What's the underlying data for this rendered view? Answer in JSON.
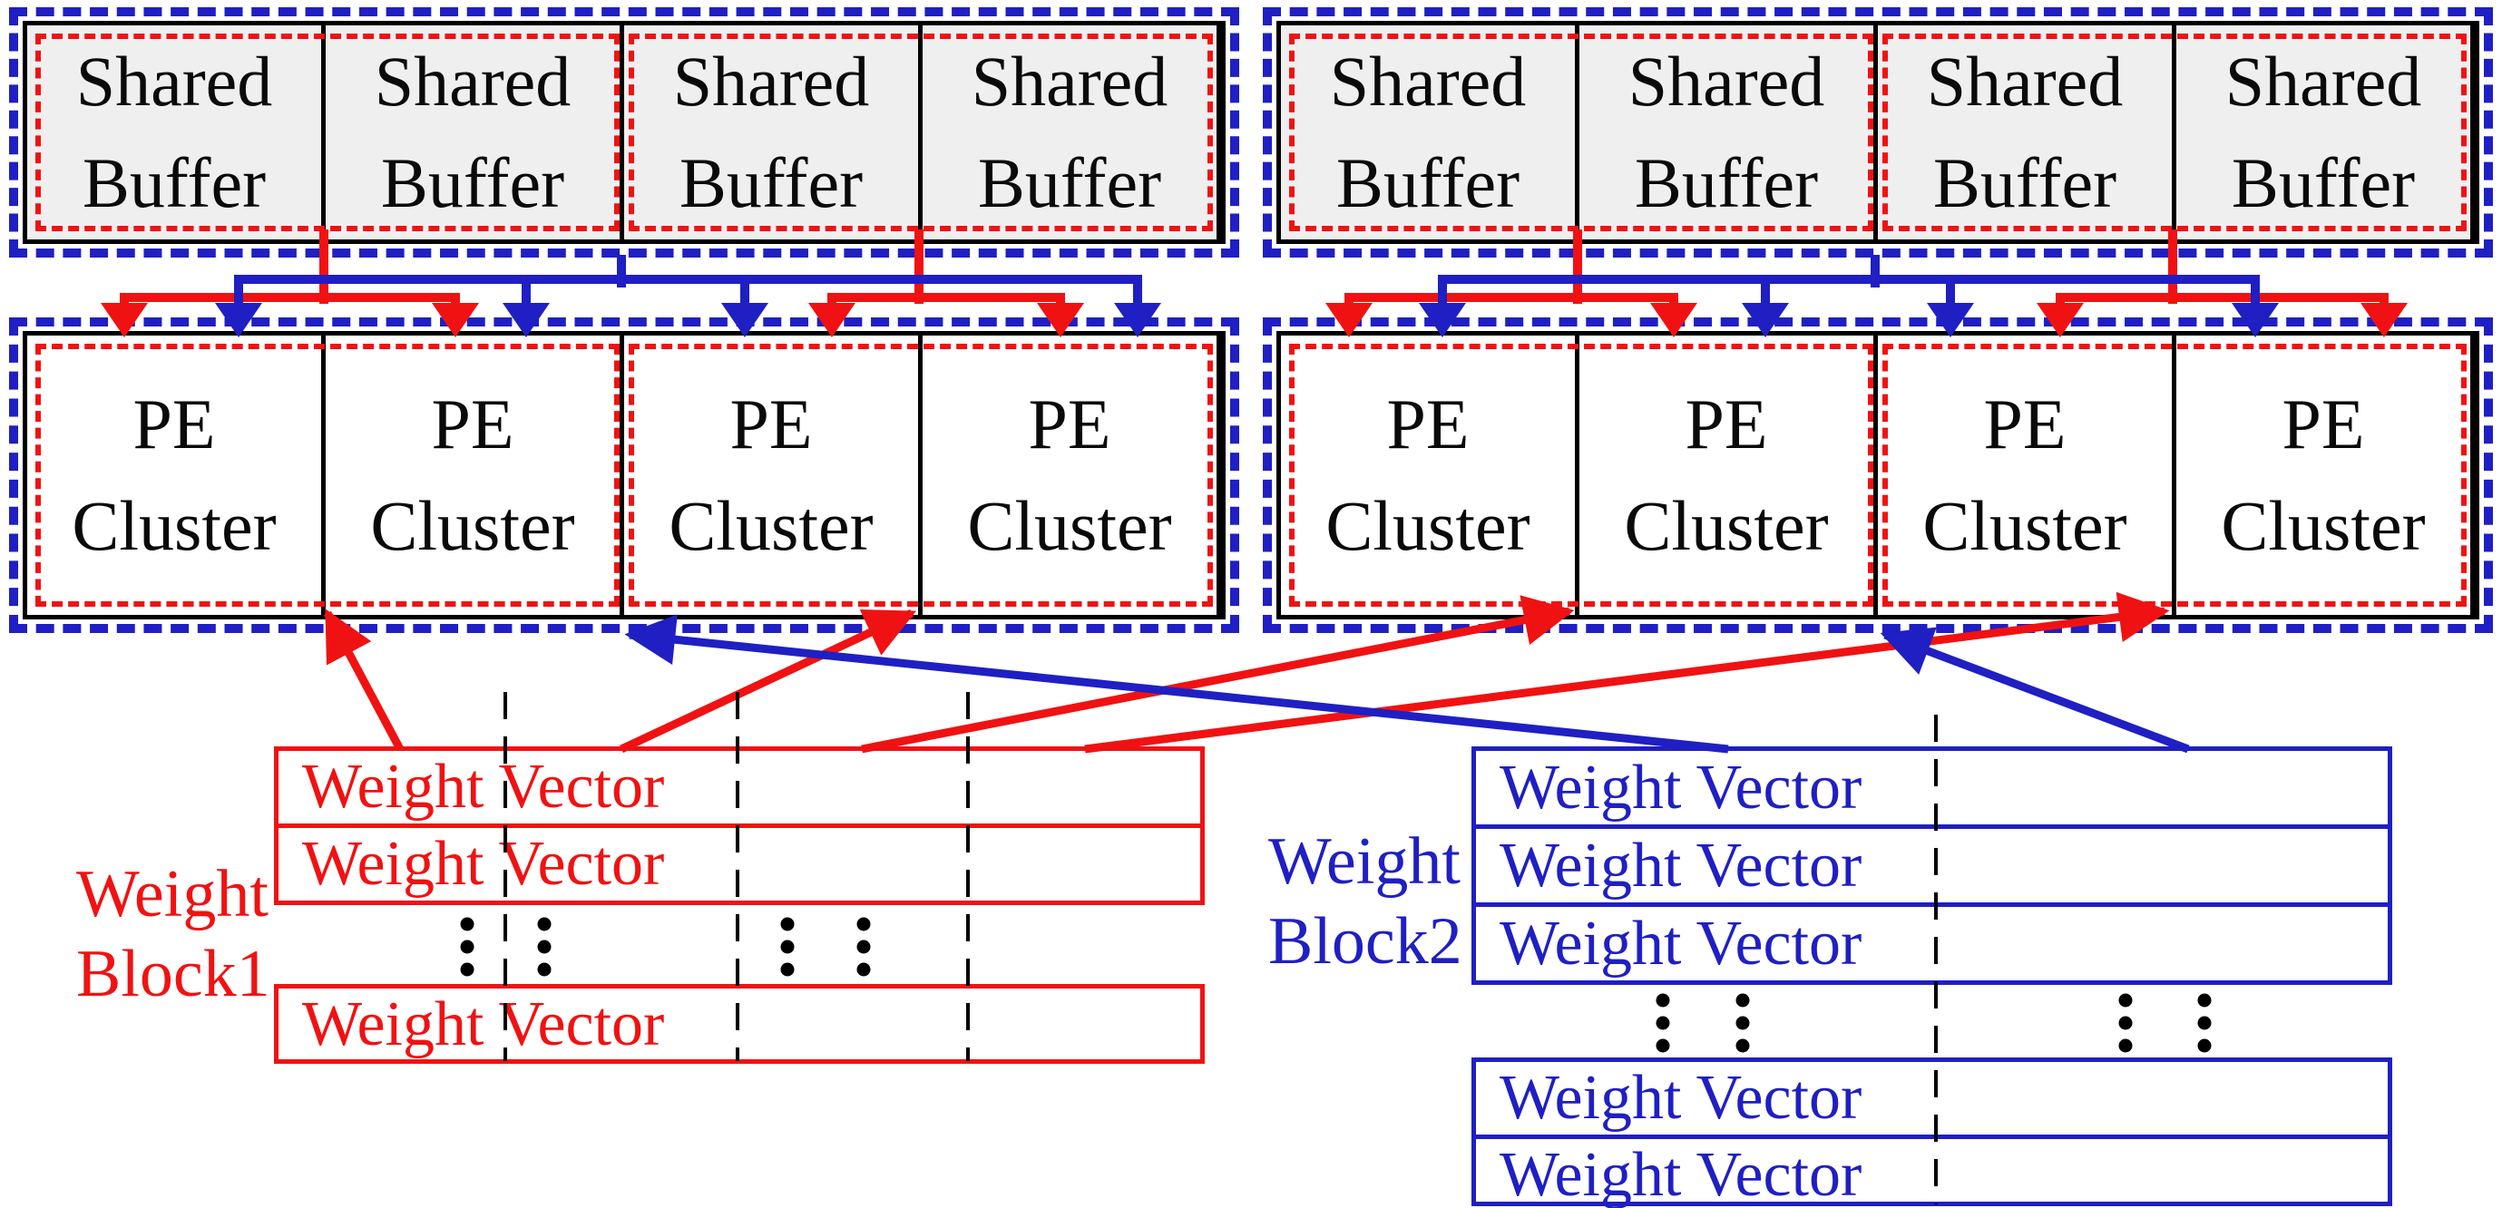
{
  "colors": {
    "red": "#f01212",
    "blue": "#1f1fc4",
    "black": "#000000",
    "buffer_fill": "#efefef",
    "background": "#ffffff"
  },
  "shared_buffer": {
    "line1": "Shared",
    "line2": "Buffer"
  },
  "pe_cluster": {
    "line1": "PE",
    "line2": "Cluster"
  },
  "weight_block1": {
    "label_line1": "Weight",
    "label_line2": "Block1",
    "rows": [
      "Weight Vector",
      "Weight Vector",
      "Weight Vector"
    ]
  },
  "weight_block2": {
    "label_line1": "Weight",
    "label_line2": "Block2",
    "rows": [
      "Weight Vector",
      "Weight Vector",
      "Weight Vector",
      "Weight Vector",
      "Weight Vector"
    ]
  }
}
